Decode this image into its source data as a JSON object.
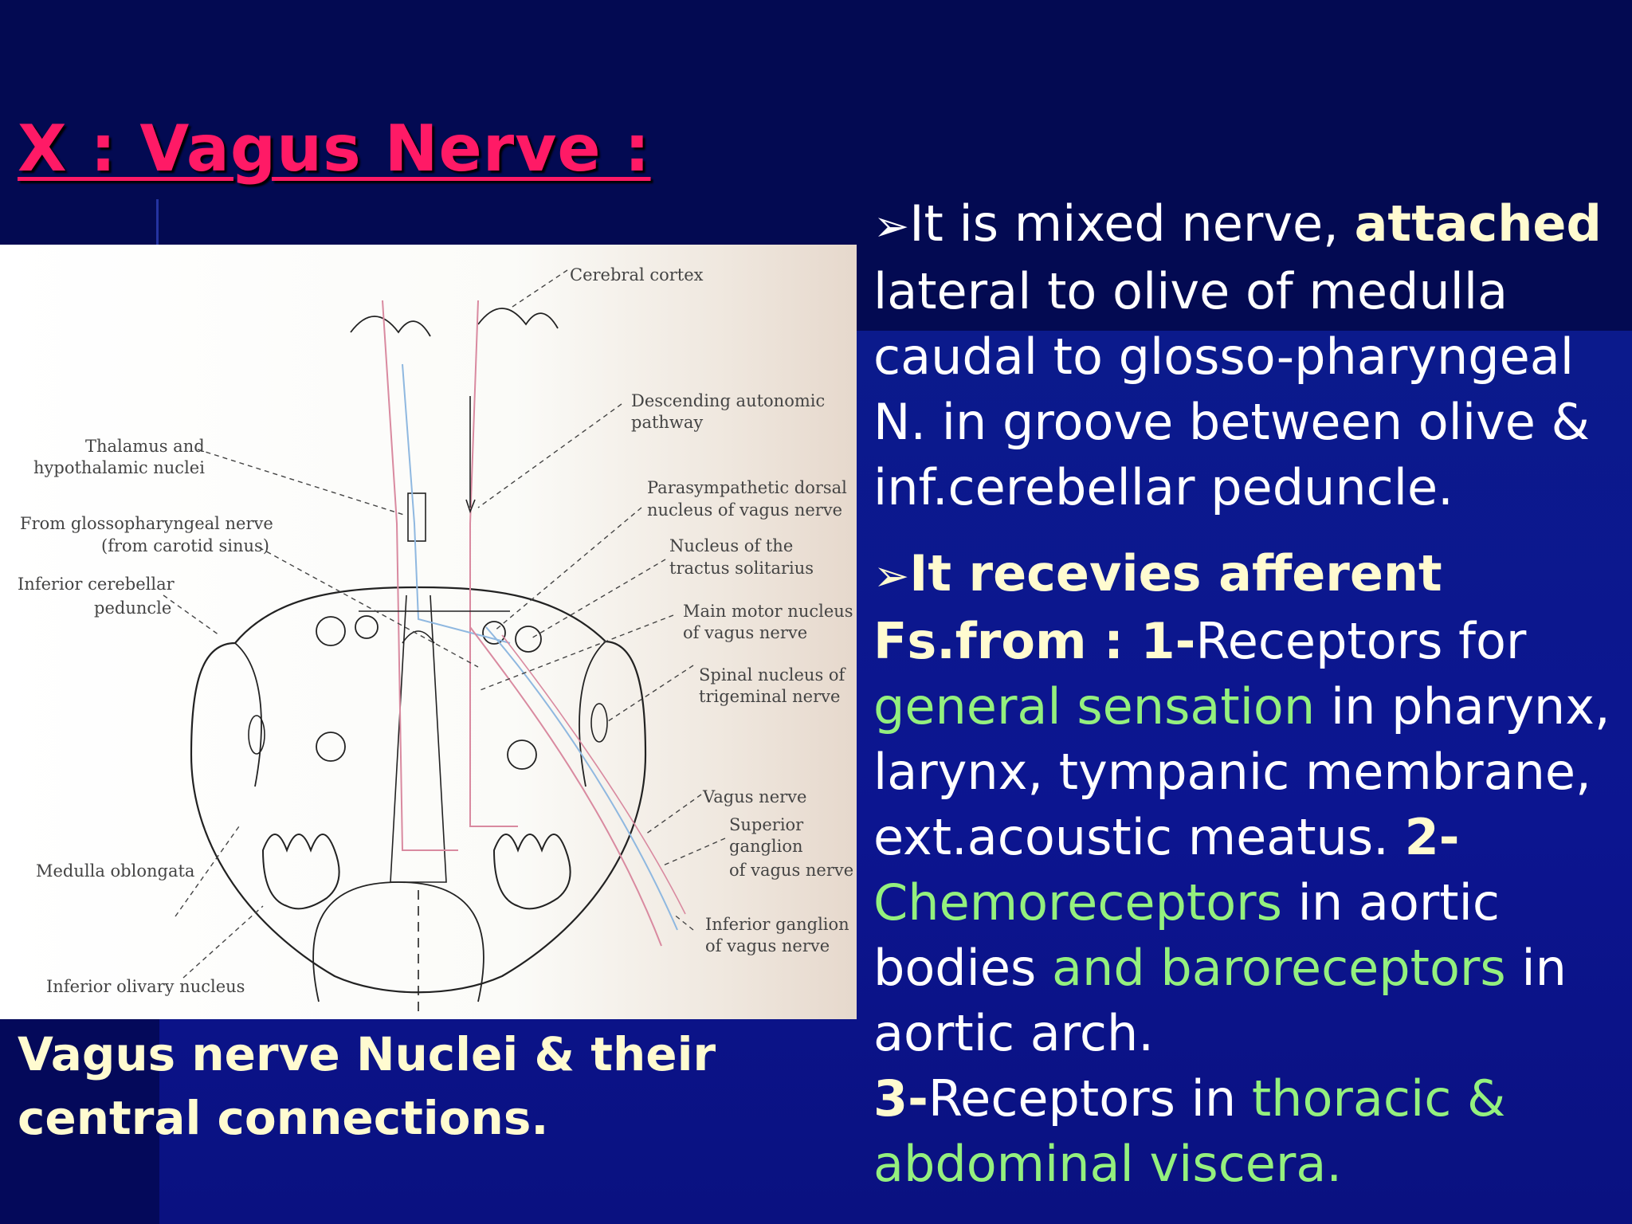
{
  "slide": {
    "title": "X : Vagus Nerve :",
    "caption": "Vagus nerve Nuclei & their central connections."
  },
  "diagram": {
    "labels": {
      "cerebral_cortex": "Cerebral cortex",
      "descending_1": "Descending autonomic",
      "descending_2": "pathway",
      "thalamus_1": "Thalamus and",
      "thalamus_2": "hypothalamic nuclei",
      "glosso_1": "From glossopharyngeal nerve",
      "glosso_2": "(from carotid sinus)",
      "icp_1": "Inferior cerebellar",
      "icp_2": "peduncle",
      "para_1": "Parasympathetic dorsal",
      "para_2": "nucleus of vagus nerve",
      "ts_1": "Nucleus of the",
      "ts_2": "tractus solitarius",
      "mm_1": "Main motor nucleus",
      "mm_2": "of vagus nerve",
      "sp_1": "Spinal nucleus of",
      "sp_2": "trigeminal nerve",
      "vagus": "Vagus nerve",
      "sup_1": "Superior",
      "sup_2": "ganglion",
      "sup_3": "of vagus nerve",
      "med": "Medulla oblongata",
      "inf_1": "Inferior ganglion",
      "inf_2": "of vagus nerve",
      "olive": "Inferior olivary nucleus"
    }
  },
  "text": {
    "p1_bullet": "➢",
    "p1_a": "It is mixed nerve, ",
    "p1_b": "attached",
    "p1_c": " lateral to olive of medulla caudal  to glosso-pharyngeal N. in groove between olive & inf.cerebellar peduncle.",
    "p2_bullet": "➢",
    "p2_a": "It recevies  afferent Fs.from : 1-",
    "p2_b": "Receptors for ",
    "p2_c": "general sensation",
    "p2_d": " in pharynx, larynx,  tympanic membrane, ext.acoustic meatus.    ",
    "p2_e": "2-",
    "p2_f": " Chemoreceptors",
    "p2_g": " in aortic bodies ",
    "p2_h": "and  baroreceptors",
    "p2_i": " in aortic arch.",
    "p3_a": "3-",
    "p3_b": "Receptors in  ",
    "p3_c": "thoracic & abdominal  viscera."
  },
  "colors": {
    "title": "#ff1a66",
    "caption": "#fffbd0",
    "green": "#94f07e",
    "background": "#0b0d6e"
  }
}
